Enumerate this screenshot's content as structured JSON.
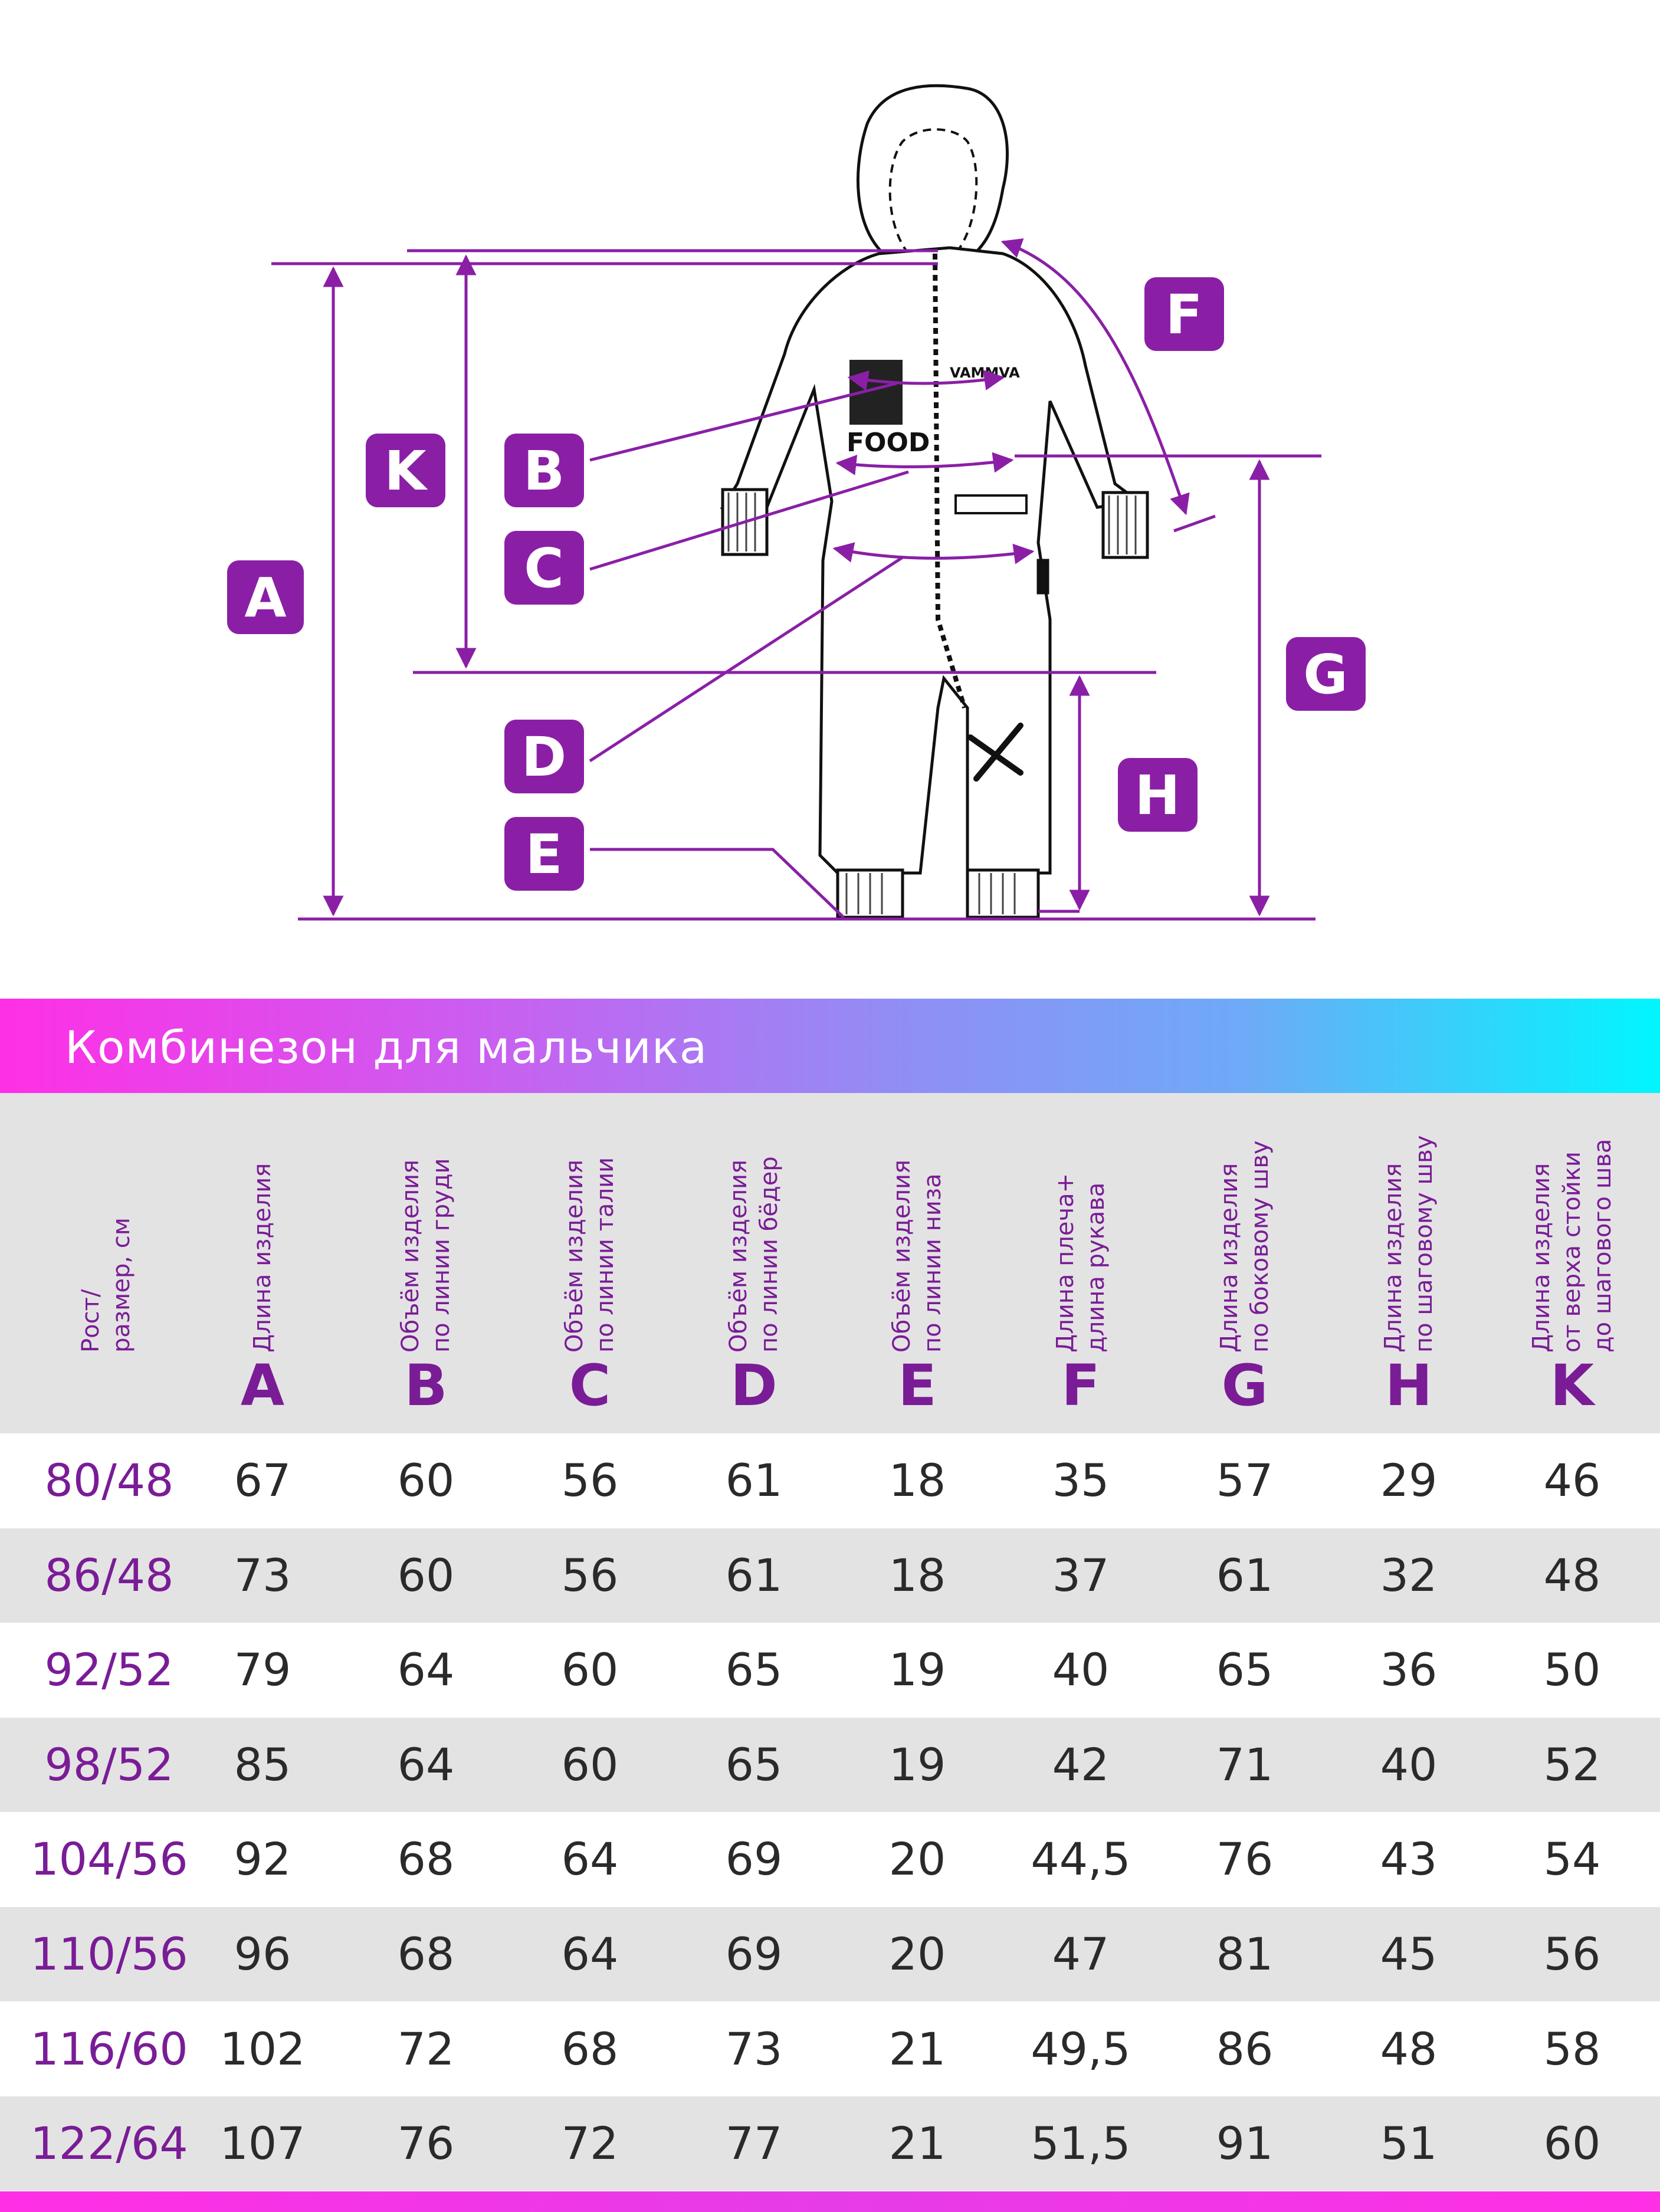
{
  "diagram": {
    "labels": [
      "A",
      "B",
      "C",
      "D",
      "E",
      "F",
      "G",
      "H",
      "K"
    ],
    "print_text": [
      "FOOD",
      "VAMMVA"
    ],
    "colors": {
      "accent": "#7a1c96",
      "label_bg": "#8a1fa6",
      "line": "#111111"
    }
  },
  "title": "Комбинезон для мальчика",
  "table": {
    "first_header": "Рост/\nразмер, см",
    "columns": [
      {
        "label": "Длина изделия",
        "letter": "A"
      },
      {
        "label": "Объём изделия\nпо линии груди",
        "letter": "B"
      },
      {
        "label": "Объём изделия\nпо линии талии",
        "letter": "C"
      },
      {
        "label": "Объём изделия\nпо линии бёдер",
        "letter": "D"
      },
      {
        "label": "Объём изделия\nпо линии низа",
        "letter": "E"
      },
      {
        "label": "Длина плеча+\nдлина рукава",
        "letter": "F"
      },
      {
        "label": "Длина изделия\nпо боковому шву",
        "letter": "G"
      },
      {
        "label": "Длина  изделия\nпо шаговому шву",
        "letter": "H"
      },
      {
        "label": "Длина  изделия\nот верха стойки\nдо шагового шва",
        "letter": "K"
      }
    ],
    "rows": [
      {
        "size": "80/48",
        "values": [
          "67",
          "60",
          "56",
          "61",
          "18",
          "35",
          "57",
          "29",
          "46"
        ]
      },
      {
        "size": "86/48",
        "values": [
          "73",
          "60",
          "56",
          "61",
          "18",
          "37",
          "61",
          "32",
          "48"
        ]
      },
      {
        "size": "92/52",
        "values": [
          "79",
          "64",
          "60",
          "65",
          "19",
          "40",
          "65",
          "36",
          "50"
        ]
      },
      {
        "size": "98/52",
        "values": [
          "85",
          "64",
          "60",
          "65",
          "19",
          "42",
          "71",
          "40",
          "52"
        ]
      },
      {
        "size": "104/56",
        "values": [
          "92",
          "68",
          "64",
          "69",
          "20",
          "44,5",
          "76",
          "43",
          "54"
        ]
      },
      {
        "size": "110/56",
        "values": [
          "96",
          "68",
          "64",
          "69",
          "20",
          "47",
          "81",
          "45",
          "56"
        ]
      },
      {
        "size": "116/60",
        "values": [
          "102",
          "72",
          "68",
          "73",
          "21",
          "49,5",
          "86",
          "48",
          "58"
        ]
      },
      {
        "size": "122/64",
        "values": [
          "107",
          "76",
          "72",
          "77",
          "21",
          "51,5",
          "91",
          "51",
          "60"
        ]
      }
    ]
  }
}
